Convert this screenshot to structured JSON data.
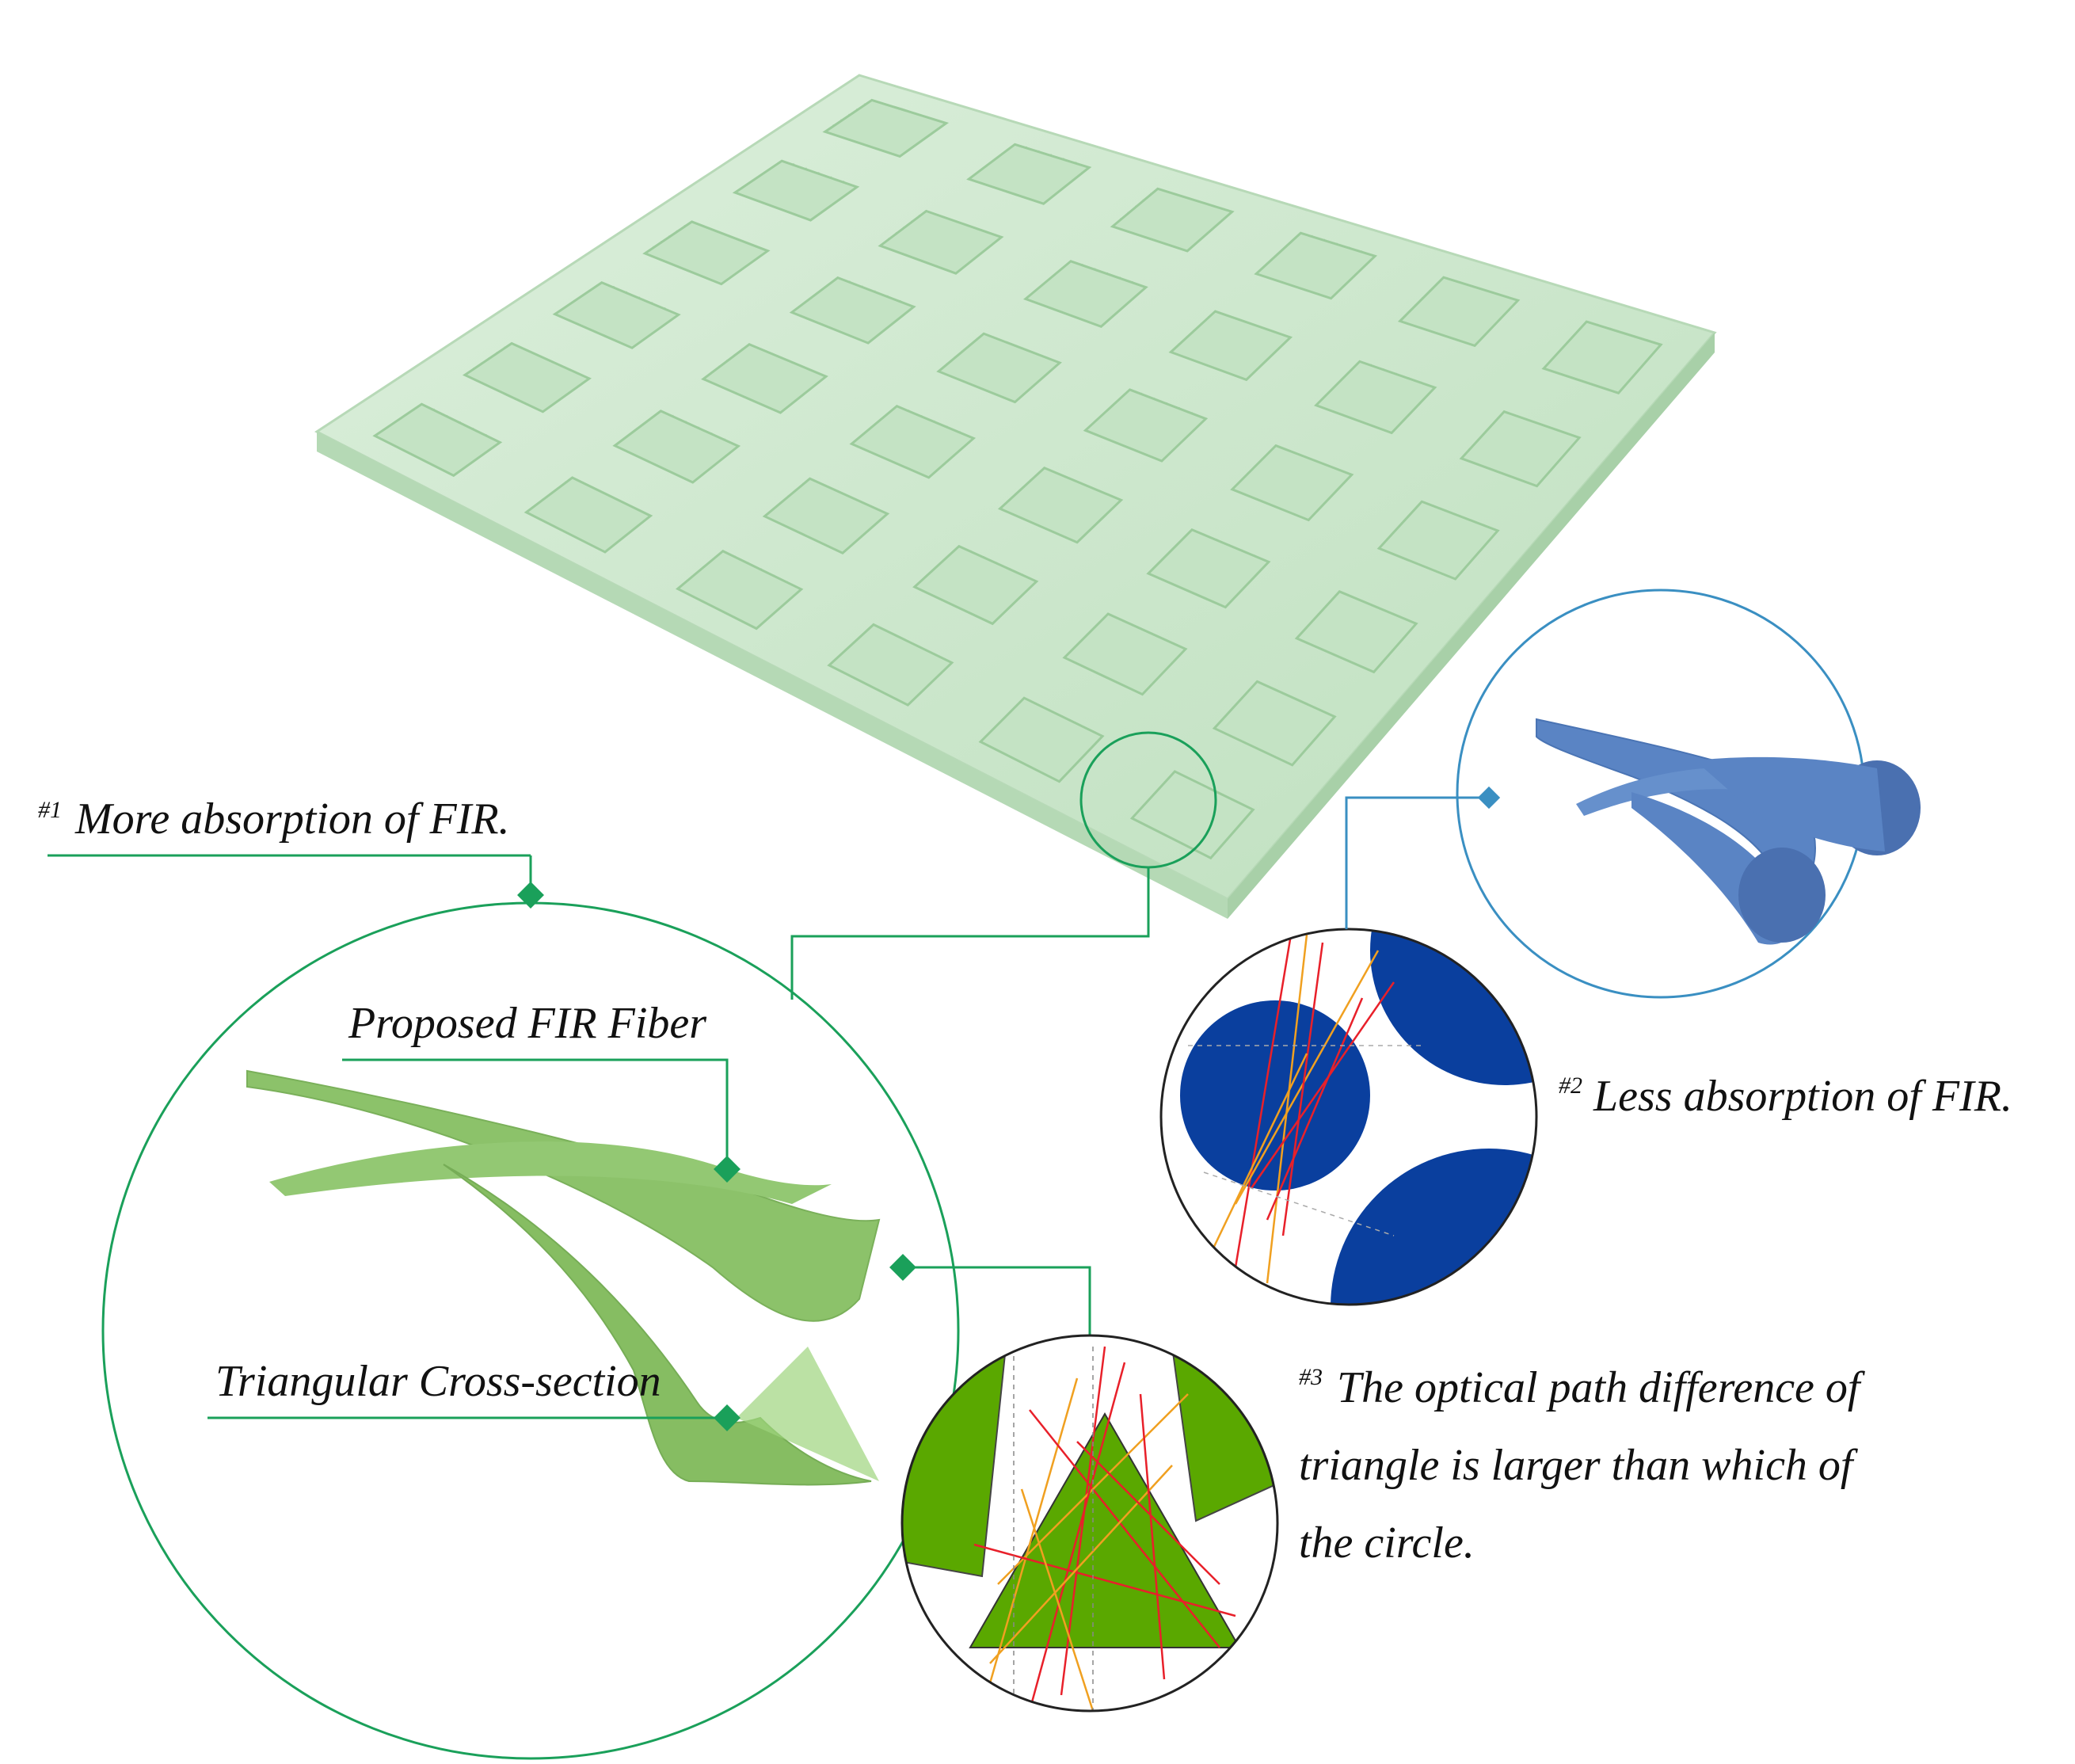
{
  "labels": {
    "note1_num": "#1",
    "note1_text": "More absorption of FIR.",
    "note2_num": "#2",
    "note2_text": "Less absorption of FIR.",
    "note3_num": "#3",
    "note3_line1": "The optical path difference of",
    "note3_line2": "triangle is larger than which of",
    "note3_line3": "the circle.",
    "fiber_label": "Proposed FIR Fiber",
    "section_label": "Triangular Cross-section"
  },
  "colors": {
    "fabric": "#cfe8cf",
    "fabric_shade": "#a9d2a9",
    "green_line": "#1aa05a",
    "green_fiber": "#8cc26a",
    "green_section": "#5aa800",
    "blue_line": "#3a8fc2",
    "blue_fiber": "#5a84c4",
    "blue_section": "#0a3f9e",
    "ray_red": "#e8202a",
    "ray_orange": "#f0a020"
  },
  "icons": [
    "woven-fabric-illustration",
    "triangular-fiber-illustration",
    "circular-fiber-illustration",
    "triangle-ray-diagram",
    "circle-ray-diagram"
  ]
}
